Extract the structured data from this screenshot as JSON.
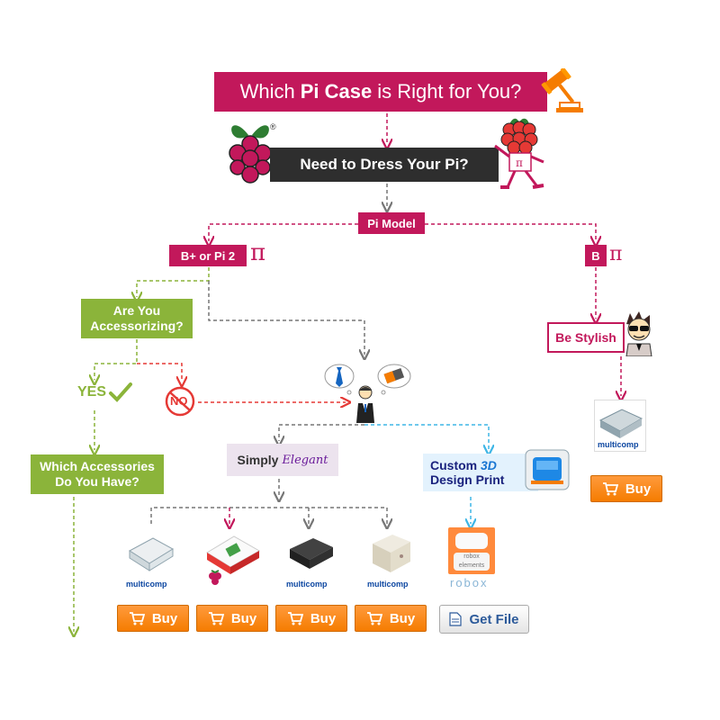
{
  "title": {
    "pre": "Which",
    "bold": "Pi Case",
    "post": "is Right for You?"
  },
  "dress_pi": "Need to Dress Your Pi?",
  "pi_model": "Pi Model",
  "model_bplus": "B+ or Pi 2",
  "model_b": "B",
  "pi_symbol": "π",
  "accessorizing": {
    "line1": "Are You",
    "line2": "Accessorizing?"
  },
  "yes_label": "YES",
  "no_label": "NO",
  "which_accessories": {
    "line1": "Which Accessories",
    "line2": "Do You Have?"
  },
  "be_stylish": "Be Stylish",
  "simply": "Simply",
  "elegant": "Elegant",
  "custom": {
    "line1": "Custom",
    "line1_accent": "3D",
    "line2": "Design Print"
  },
  "brand_multicomp": "multicomp",
  "brand_robox": "robox",
  "robox_case_text": "robox elements",
  "buy_label": "Buy",
  "get_file_label": "Get File",
  "colors": {
    "magenta": "#c2185b",
    "green": "#8bb43a",
    "orange": "#f57c00",
    "blue": "#0d47a1",
    "dark": "#2e2e2e"
  },
  "icons": [
    "gavel-icon",
    "raspberry-pi-logo",
    "raspberry-mascot-icon",
    "person-sunglasses-icon",
    "businessman-icon",
    "tie-icon",
    "cart-icon",
    "document-icon",
    "check-icon",
    "no-icon",
    "3d-printer-icon"
  ]
}
